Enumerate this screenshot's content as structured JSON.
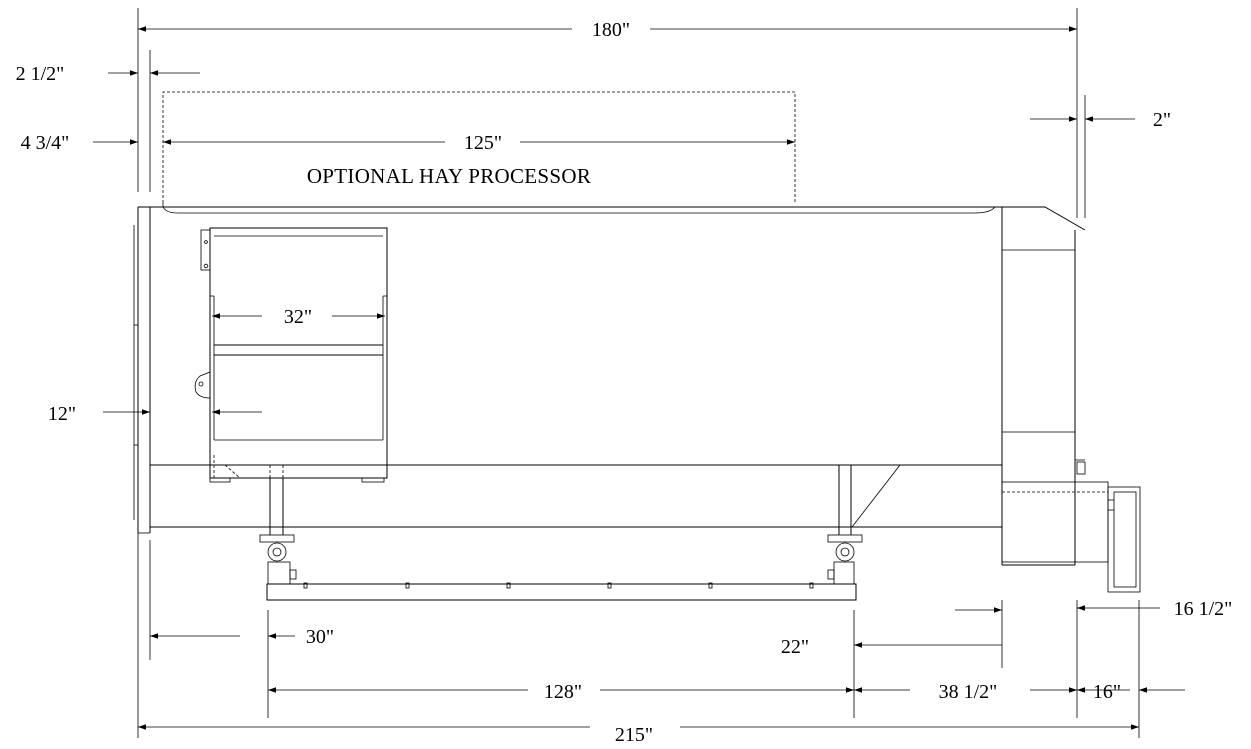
{
  "dimensions": {
    "d_180": "180\"",
    "d_2_1_2": "2 1/2\"",
    "d_4_3_4": "4 3/4\"",
    "d_125": "125\"",
    "d_2": "2\"",
    "d_32": "32\"",
    "d_12": "12\"",
    "d_30": "30\"",
    "d_22": "22\"",
    "d_16_1_2": "16 1/2\"",
    "d_128": "128\"",
    "d_38_1_2": "38 1/2\"",
    "d_16": "16\"",
    "d_215": "215\""
  },
  "labels": {
    "optional": "OPTIONAL HAY PROCESSOR"
  }
}
